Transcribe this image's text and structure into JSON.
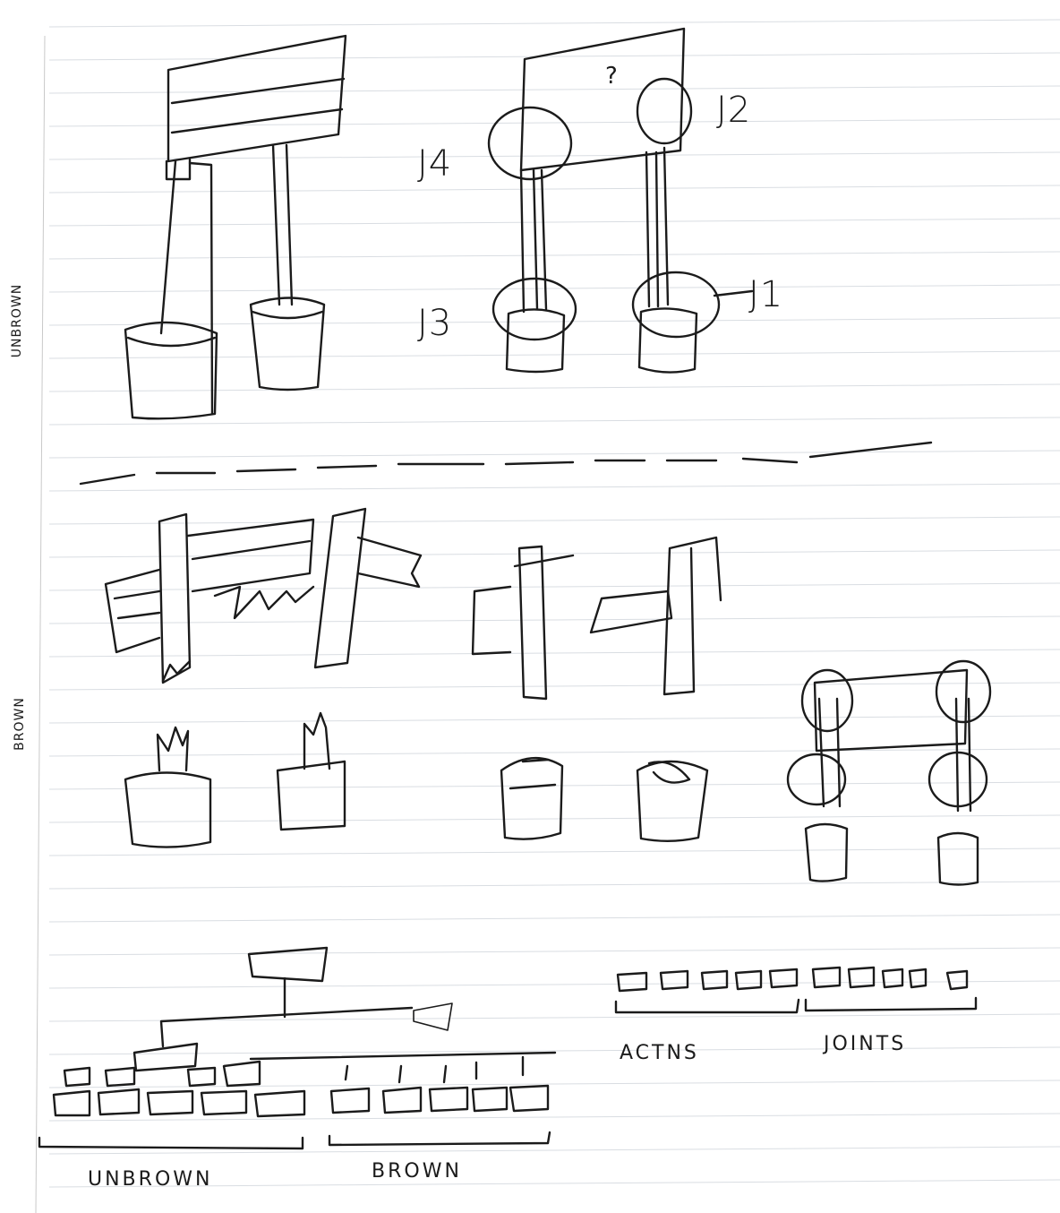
{
  "sketch": {
    "margin_labels": {
      "upper": "UNBROWN",
      "lower": "BROWN"
    },
    "joint_labels": {
      "j1": "J1",
      "j2": "J2",
      "j3": "J3",
      "j4": "J4",
      "question": "?"
    },
    "tree_labels": {
      "left": "UNBROWN",
      "right": "BROWN"
    },
    "row_labels": {
      "actions": "ACTNS",
      "joints": "JOINTS"
    }
  },
  "colors": {
    "ink": "#1b1b1b",
    "paper": "#ffffff",
    "rule": "#d9dde2"
  }
}
